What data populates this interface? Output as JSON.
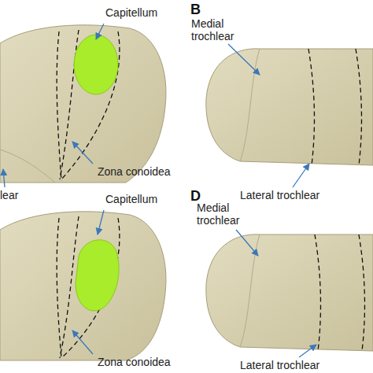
{
  "diagram": {
    "labels": [
      "Capitellum",
      "B",
      "Medial trochlear",
      "Zona conoidea",
      "lear",
      "Lateral trochlear",
      "Capitellum",
      "D",
      "Medial trochlear",
      "Zona conoidea",
      "Lateral trochlear"
    ]
  }
}
